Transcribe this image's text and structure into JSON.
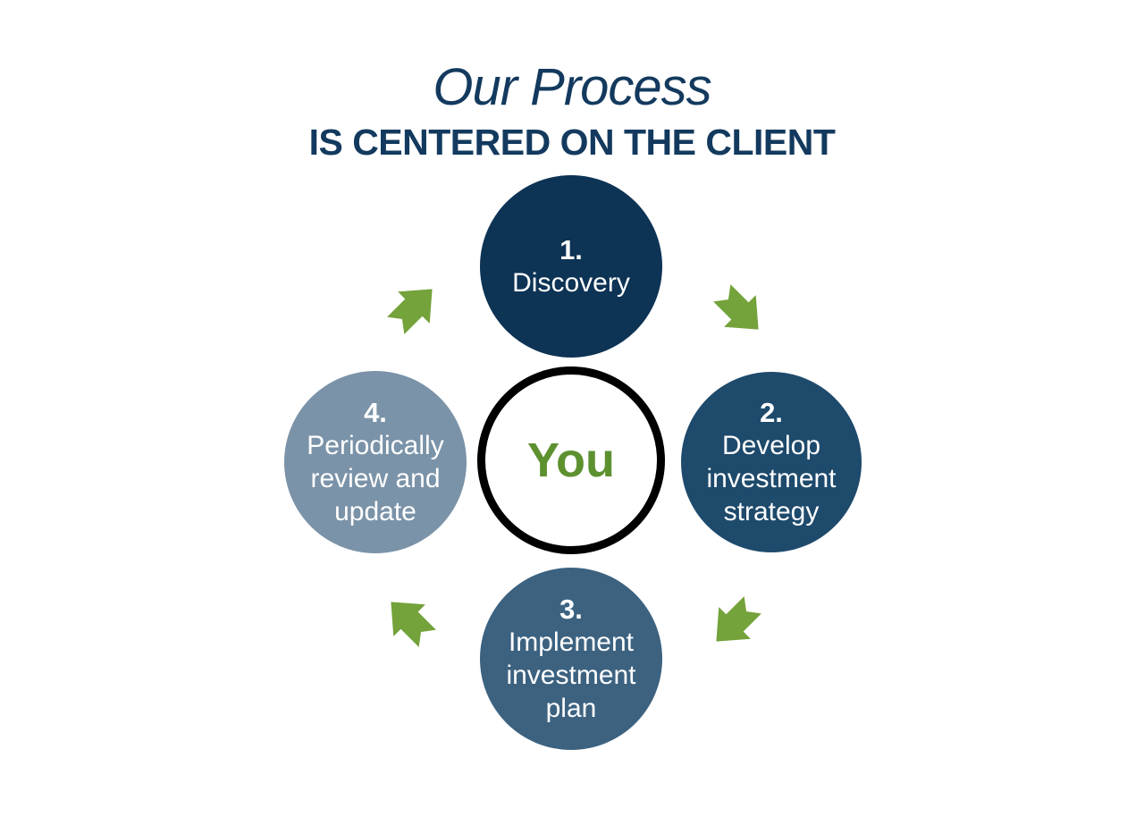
{
  "header": {
    "title": "Our Process",
    "subtitle": "IS CENTERED ON THE CLIENT"
  },
  "center": {
    "label": "You",
    "text_color": "#5d9130",
    "ring_color": "#000000"
  },
  "steps": [
    {
      "number": "1.",
      "label": "Discovery",
      "color": "#0d3355"
    },
    {
      "number": "2.",
      "label": "Develop\ninvestment\nstrategy",
      "color": "#1e4a6c"
    },
    {
      "number": "3.",
      "label": "Implement\ninvestment\nplan",
      "color": "#3c6280"
    },
    {
      "number": "4.",
      "label": "Periodically\nreview and\nupdate",
      "color": "#7b93a8"
    }
  ],
  "arrows": {
    "color": "#74a23b",
    "directions": [
      "up-right",
      "down-right",
      "down-left",
      "up-left"
    ]
  },
  "colors": {
    "title_navy": "#133a5e",
    "background": "#ffffff"
  }
}
